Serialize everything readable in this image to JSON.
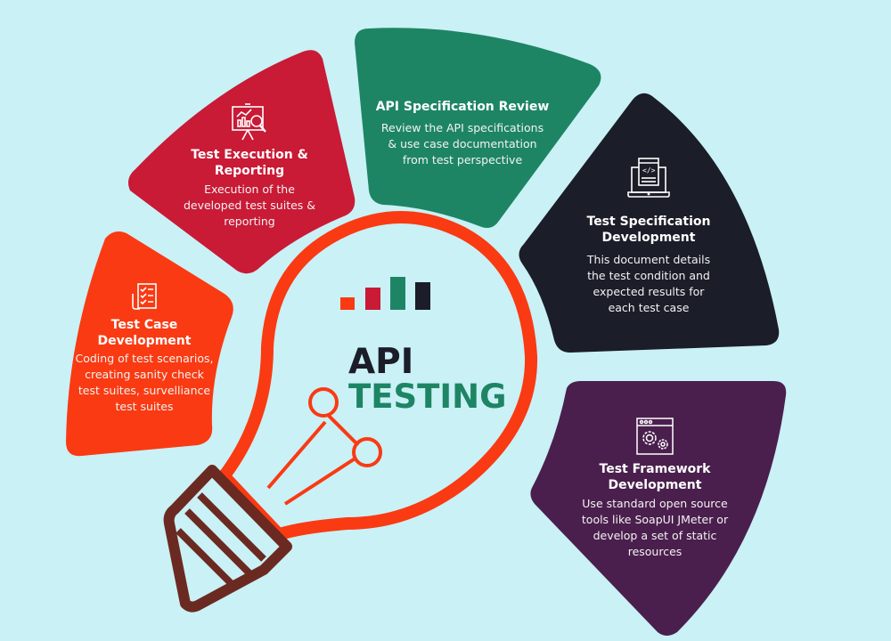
{
  "colors": {
    "background": "#c9f1f6",
    "orange_red": "#fa3a12",
    "crimson": "#c91a36",
    "green": "#1e8564",
    "dark": "#1b1d28",
    "purple": "#4a1f4d",
    "bulb_base": "#6b2a21"
  },
  "center": {
    "line1": "API",
    "line2": "TESTING",
    "bar_chart_icon": "bar-chart-icon"
  },
  "petals": [
    {
      "id": "test-case-development",
      "icon": "checklist-icon",
      "title_line1": "Test Case",
      "title_line2": "Development",
      "desc_lines": [
        "Coding of test scenarios,",
        "creating sanity check",
        "test suites, survelliance",
        "test suites"
      ]
    },
    {
      "id": "test-execution-reporting",
      "icon": "presentation-magnifier-icon",
      "title_line1": "Test Execution &",
      "title_line2": "Reporting",
      "desc_lines": [
        "Execution of the",
        "developed test suites &",
        "reporting"
      ]
    },
    {
      "id": "api-specification-review",
      "title_line1": "API Specification Review",
      "desc_lines": [
        "Review the API specifications",
        "& use case documentation",
        "from test perspective"
      ]
    },
    {
      "id": "test-specification-development",
      "icon": "laptop-code-icon",
      "title_line1": "Test Specification",
      "title_line2": "Development",
      "desc_lines": [
        "This document details",
        "the test condition and",
        "expected results for",
        "each test case"
      ]
    },
    {
      "id": "test-framework-development",
      "icon": "browser-gears-icon",
      "title_line1": "Test Framework",
      "title_line2": "Development",
      "desc_lines": [
        "Use standard open source",
        "tools like SoapUI JMeter or",
        "develop a set of static",
        "resources"
      ]
    }
  ]
}
